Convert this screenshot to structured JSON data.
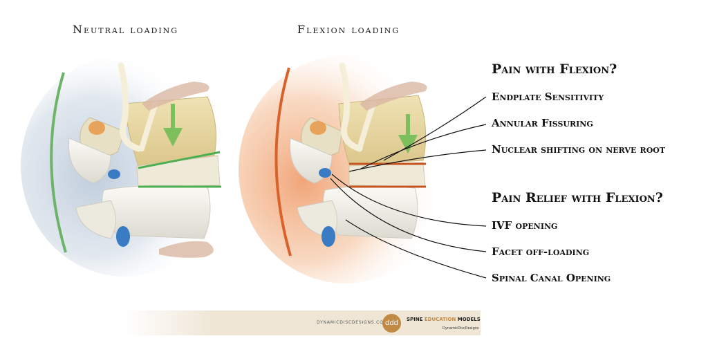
{
  "panels": {
    "left_title": "Neutral loading",
    "right_title": "Flexion loading"
  },
  "annotations": {
    "pain_heading": "Pain with Flexion?",
    "pain_items": [
      "Endplate Sensitivity",
      "Annular Fissuring",
      "Nuclear shifting on nerve root"
    ],
    "relief_heading": "Pain Relief with Flexion?",
    "relief_items": [
      "IVF opening",
      "Facet off-loading",
      "Spinal Canal Opening"
    ]
  },
  "footer": {
    "url": "DYNAMICDISCDESIGNS.COM",
    "logo": "ddd",
    "brand_1": "SPINE",
    "brand_2": "EDUCATION",
    "brand_3": "MODELS",
    "sub": "DynamicDiscDesigns"
  },
  "colors": {
    "neutral_accent": "#6db36a",
    "flexion_accent": "#d9612a",
    "arrow_green": "#7cbf5c",
    "bone": "#f1efe6",
    "disc": "#e9dcb0",
    "nerve_blue": "#3a7cc4"
  }
}
